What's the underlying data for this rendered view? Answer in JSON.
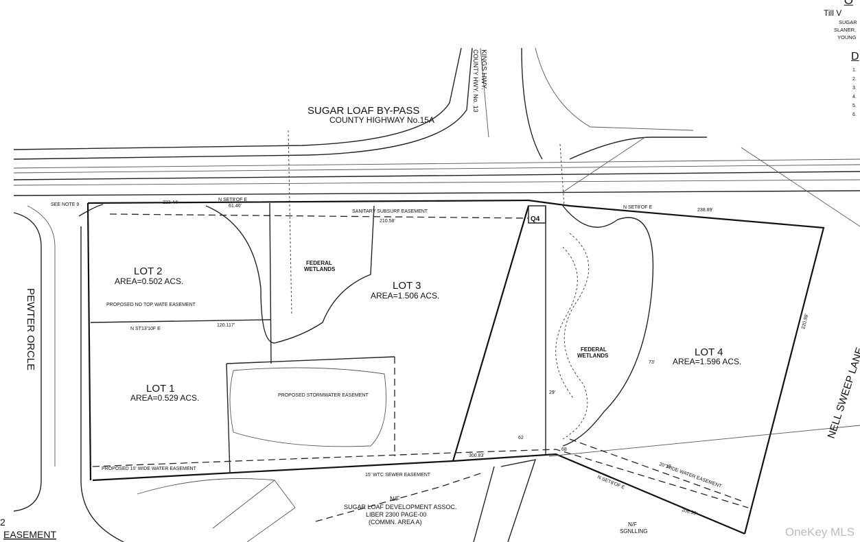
{
  "roads": {
    "bypass_title": "SUGAR LOAF BY-PASS",
    "bypass_subtitle": "COUNTY HIGHWAY No.15A",
    "kings_hwy": "KINGS HWY.",
    "kings_hwy_sub": "COUNTY HWY. No. 13",
    "pewter": "PEWTER ORCLE",
    "nell": "NELL SWEEP LANE"
  },
  "lots": [
    {
      "name": "LOT 1",
      "area": "AREA=0.529 ACS."
    },
    {
      "name": "LOT 2",
      "area": "AREA=0.502 ACS."
    },
    {
      "name": "LOT 3",
      "area": "AREA=1.506 ACS."
    },
    {
      "name": "LOT 4",
      "area": "AREA=1.596 ACS."
    }
  ],
  "wetlands": [
    "FEDERAL",
    "WETLANDS"
  ],
  "neighbors": {
    "south_nf": "N/F",
    "south_name": "SUGAR LOAF DEVELOPMENT ASSOC.",
    "south_ref": "LIBER 2300 PAGE-00",
    "south_area": "(COMMN. AREA A)",
    "se_nf": "N/F",
    "se_name": "SGNLLING"
  },
  "labels": {
    "q4": "Q4",
    "see_note": "SEE NOTE 9",
    "sewer_easement": "15' WTC SEWER EASEMENT",
    "water_easement_l1": "PROPOSED 10' WIDE WATER EASEMENT",
    "water_easement_r": "20' WIDE WATER EASEMENT",
    "sanitary_easement": "SANITARY SUBSURF EASEMENT",
    "proposed_easement": "PROPOSED NO TOP WATE EASEMENT",
    "stormwater": "PROPOSED STORMWATER EASEMENT",
    "bottom_left_num": "2",
    "bottom_left_easement": "EASEMENT"
  },
  "dimensions": [
    "223.44'",
    "61.40'",
    "238.89'",
    "210.58'",
    "120.117'",
    "N SET8'OF E",
    "N ST13'10F E",
    "N SET8'OF E",
    "N SET8'OF E",
    "220.98'",
    "206.59'",
    "300.83'",
    "62",
    "23",
    "68",
    "29'",
    "73'"
  ],
  "legend": {
    "heading": "O",
    "till": "Till V",
    "lines": [
      "SUGAR",
      "SLANER,",
      "YOUNG"
    ],
    "notes_heading": "D",
    "notes": [
      "1.",
      "2.",
      "3.",
      "4.",
      "5.",
      "6."
    ]
  },
  "watermark": "OneKey MLS"
}
